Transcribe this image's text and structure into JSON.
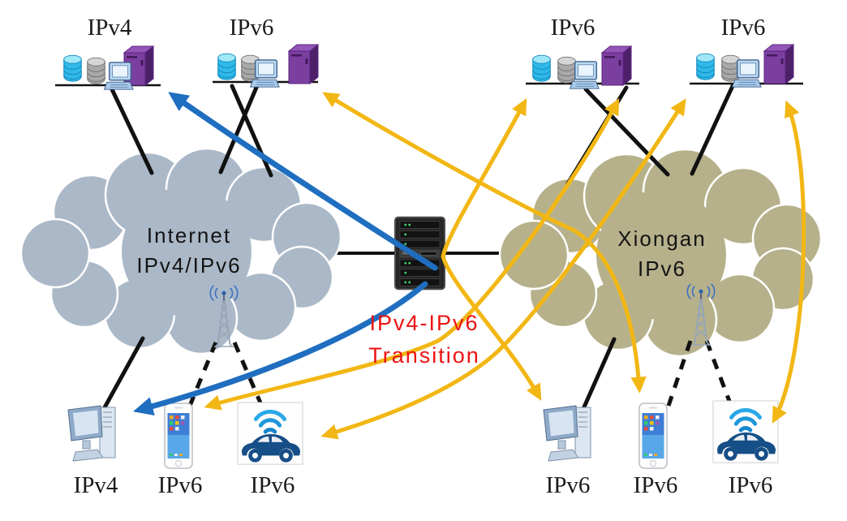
{
  "title": "IPv4-IPv6 transition network diagram",
  "colors": {
    "blue_arrow": "#1F6EC0",
    "yellow_arrow": "#F2B714",
    "red_text": "#EC1212",
    "cloud_left_fill": "#ABB8C7",
    "cloud_right_fill": "#B6B18B",
    "line_black": "#111111"
  },
  "clouds": {
    "left": {
      "line1": "Internet",
      "line2": "IPv4/IPv6"
    },
    "right": {
      "line1": "Xiongan",
      "line2": "IPv6"
    }
  },
  "transition": {
    "line1": "IPv4-IPv6",
    "line2": "Transition"
  },
  "top_clusters": [
    {
      "label": "IPv4",
      "icons": [
        "database-cyan",
        "database-gray",
        "retro-computer",
        "tower-server"
      ]
    },
    {
      "label": "IPv6",
      "icons": [
        "database-cyan",
        "database-gray",
        "retro-computer",
        "tower-server"
      ]
    },
    {
      "label": "IPv6",
      "icons": [
        "database-cyan",
        "database-gray",
        "retro-computer",
        "tower-server"
      ]
    },
    {
      "label": "IPv6",
      "icons": [
        "database-cyan",
        "database-gray",
        "retro-computer",
        "tower-server"
      ]
    }
  ],
  "bottom_devices": [
    {
      "label": "IPv4",
      "type": "desktop-computer"
    },
    {
      "label": "IPv6",
      "type": "smartphone"
    },
    {
      "label": "IPv6",
      "type": "connected-car"
    },
    {
      "label": "IPv6",
      "type": "desktop-computer"
    },
    {
      "label": "IPv6",
      "type": "smartphone"
    },
    {
      "label": "IPv6",
      "type": "connected-car"
    }
  ]
}
